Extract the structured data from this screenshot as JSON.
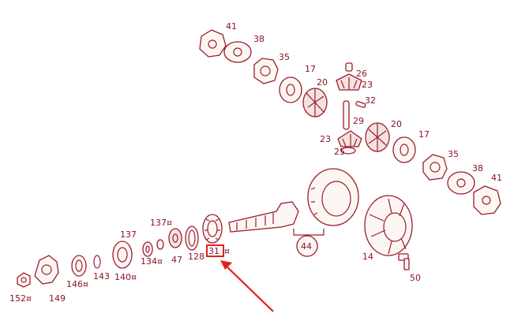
{
  "diagram": {
    "labels": {
      "p41_top": "41",
      "p38_top": "38",
      "p35_top": "35",
      "p17_top": "17",
      "p26_top": "26",
      "p20_top": "20",
      "p23_top": "23",
      "p32": "32",
      "p29": "29",
      "p23_mid": "23",
      "p25": "25",
      "p20_right": "20",
      "p17_right": "17",
      "p35_right": "35",
      "p38_right": "38",
      "p41_right": "41",
      "p44": "44",
      "p14": "14",
      "p50": "50",
      "p31": "31",
      "p31_mark": "¤",
      "p128": "128",
      "p47": "47",
      "p137a": "137¤",
      "p137b": "137",
      "p134": "134¤",
      "p140": "140¤",
      "p143": "143",
      "p146": "146¤",
      "p149": "149",
      "p152": "152¤"
    },
    "colors": {
      "line": "#9b1c2e",
      "highlight": "#e2201b"
    },
    "highlighted_part": "31"
  }
}
